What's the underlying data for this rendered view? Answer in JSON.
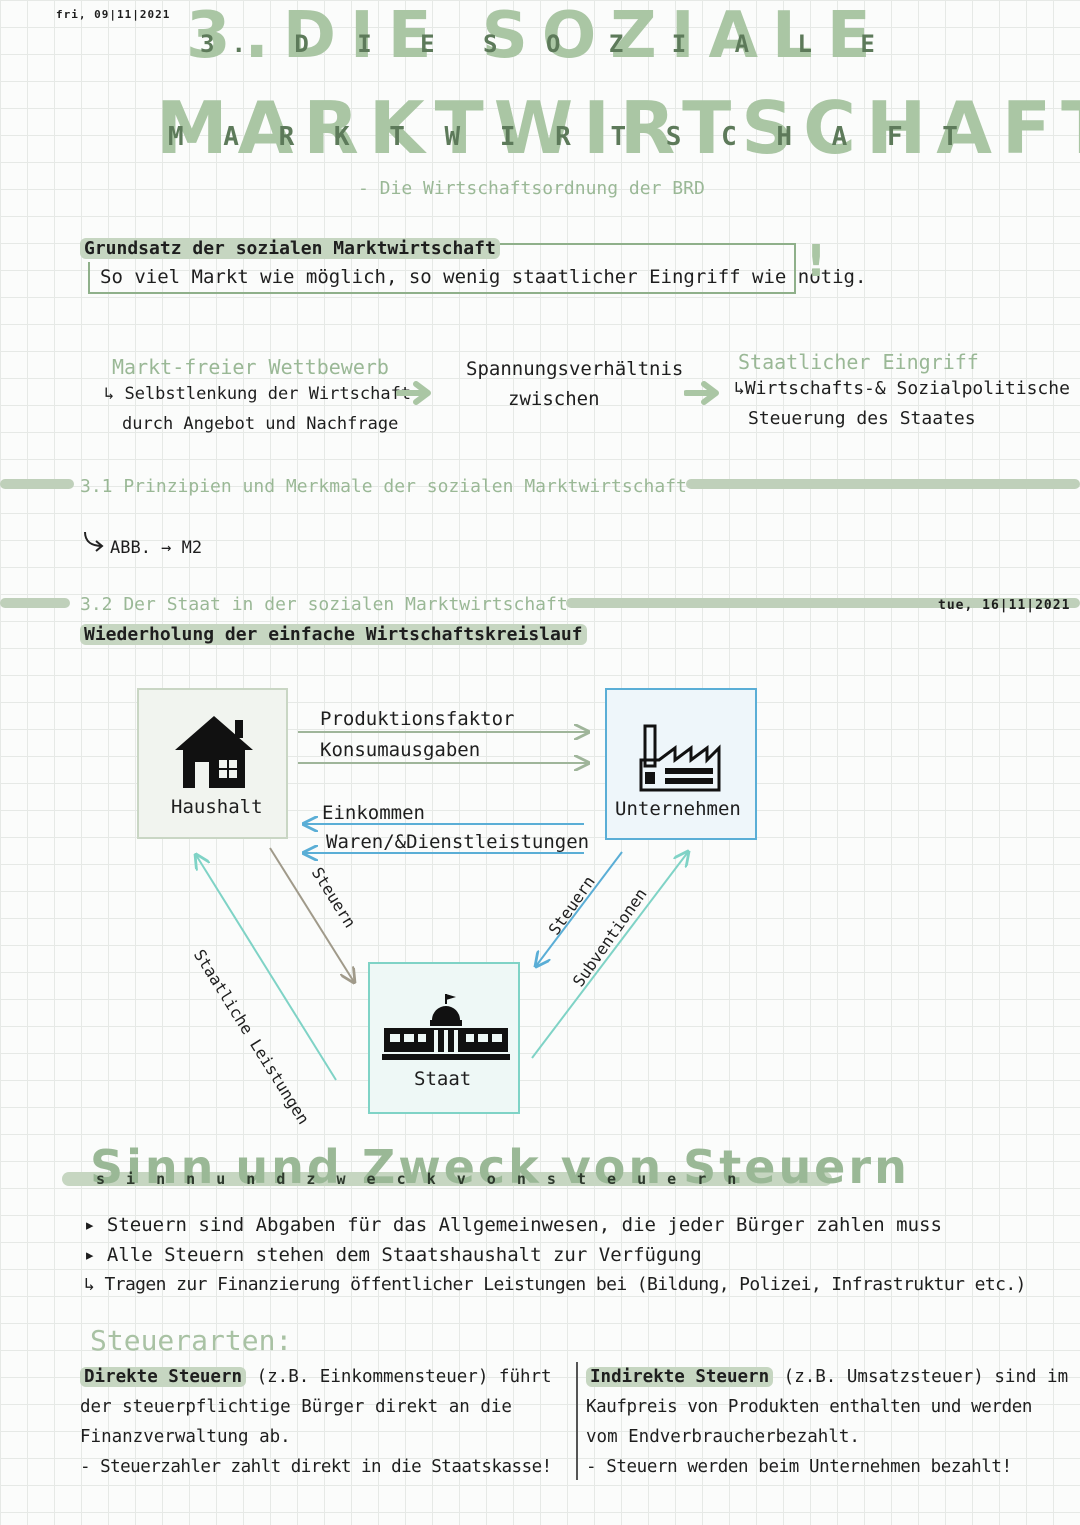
{
  "header": {
    "date_top": "fri, 09|11|2021",
    "title_line1": "3.DIE SOZIALE",
    "title_line1_overlay": "3. D I E   S O Z I A L E",
    "title_line2": "MARKTWIRTSCHAFT",
    "title_line2_overlay": "M A R K T W I R T S C H A F T",
    "subtitle": "- Die Wirtschaftsordnung der BRD"
  },
  "principle": {
    "heading": "Grundsatz der sozialen Marktwirtschaft",
    "statement": "So viel Markt wie möglich, so wenig staatlicher Eingriff wie nötig.",
    "mark": "!"
  },
  "tension": {
    "left_title": "Markt-freier Wettbewerb",
    "left_line1": "↳ Selbstlenkung der Wirtschaft",
    "left_line2": "durch Angebot und Nachfrage",
    "center_line1": "Spannungsverhältnis",
    "center_line2": "zwischen",
    "right_title": "Staatlicher Eingriff",
    "right_line1": "↳Wirtschafts-& Sozialpolitische",
    "right_line2": "Steuerung des Staates"
  },
  "section31": {
    "heading": "3.1 Prinzipien und Merkmale der sozialen Marktwirtschaft",
    "ref": "ABB. → M2"
  },
  "section32": {
    "heading": "3.2 Der Staat in der sozialen Marktwirtschaft",
    "date": "tue, 16|11|2021",
    "subheading": "Wiederholung der einfache Wirtschaftskreislauf"
  },
  "diagram": {
    "household": "Haushalt",
    "company": "Unternehmen",
    "state": "Staat",
    "flow_production": "Produktionsfaktor",
    "flow_consumption": "Konsumausgaben",
    "flow_income": "Einkommen",
    "flow_goods": "Waren/&Dienstleistungen",
    "flow_state_services": "Staatliche Leistungen",
    "flow_household_taxes": "Steuern",
    "flow_company_taxes": "Steuern",
    "flow_subsidies": "Subventionen"
  },
  "taxes": {
    "heading": "Sinn und Zweck von Steuern",
    "heading_overlay": "s i n n   u n d   z w e c k   v o n   s t e u e r n",
    "bullets": [
      "▸ Steuern sind Abgaben für das Allgemeinwesen, die jeder Bürger zahlen muss",
      "▸ Alle Steuern stehen dem Staatshaushalt zur Verfügung",
      "↳ Tragen zur Finanzierung öffentlicher Leistungen bei (Bildung, Polizei, Infrastruktur etc.)"
    ],
    "types_heading": "Steuerarten:",
    "direct_label": "Direkte Steuern",
    "direct_text1": " (z.B. Einkommensteuer) führt",
    "direct_text2": "der steuerpflichtige Bürger direkt an die",
    "direct_text3": "Finanzverwaltung ab.",
    "direct_text4": "- Steuerzahler zahlt direkt in die Staatskasse!",
    "indirect_label": "Indirekte Steuern",
    "indirect_text1": " (z.B. Umsatzsteuer) sind im",
    "indirect_text2": "Kaufpreis von Produkten enthalten und werden",
    "indirect_text3": "vom Endverbraucherbezahlt.",
    "indirect_text4": "- Steuern werden beim Unternehmen bezahlt!"
  },
  "colors": {
    "sage": "#aac6a4",
    "blue": "#5aaed6",
    "teal": "#7fd3c6"
  }
}
